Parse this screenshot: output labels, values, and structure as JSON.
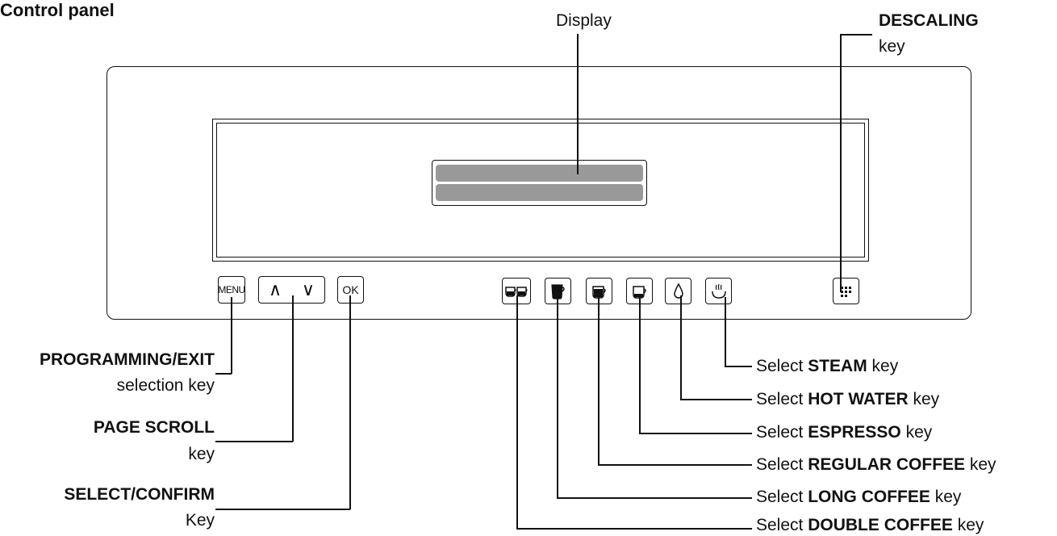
{
  "title": "Control panel",
  "display_label": "Display",
  "descaling": {
    "bold": "DESCALING",
    "rest": "key"
  },
  "keys": {
    "menu": "MENU",
    "ok": "OK",
    "up_arrow": "∧",
    "down_arrow": "∨"
  },
  "left_labels": {
    "programming": {
      "bold": "PROGRAMMING/EXIT",
      "rest": "selection key"
    },
    "page_scroll": {
      "bold": "PAGE SCROLL",
      "rest": "key"
    },
    "select_confirm": {
      "bold": "SELECT/CONFIRM",
      "rest": "Key"
    }
  },
  "right_labels": {
    "steam": {
      "pre": "Select ",
      "bold": "STEAM",
      "post": " key"
    },
    "hot_water": {
      "pre": "Select ",
      "bold": "HOT WATER",
      "post": " key"
    },
    "espresso": {
      "pre": "Select ",
      "bold": "ESPRESSO",
      "post": " key"
    },
    "regular_coffee": {
      "pre": "Select ",
      "bold": "REGULAR COFFEE",
      "post": " key"
    },
    "long_coffee": {
      "pre": "Select ",
      "bold": "LONG COFFEE",
      "post": " key"
    },
    "double_coffee": {
      "pre": "Select ",
      "bold": "DOUBLE COFFEE",
      "post": " key"
    }
  },
  "icons": [
    "double-cup-icon",
    "long-cup-icon",
    "regular-cup-icon",
    "espresso-cup-icon",
    "water-drop-icon",
    "steam-icon",
    "descaling-icon"
  ]
}
